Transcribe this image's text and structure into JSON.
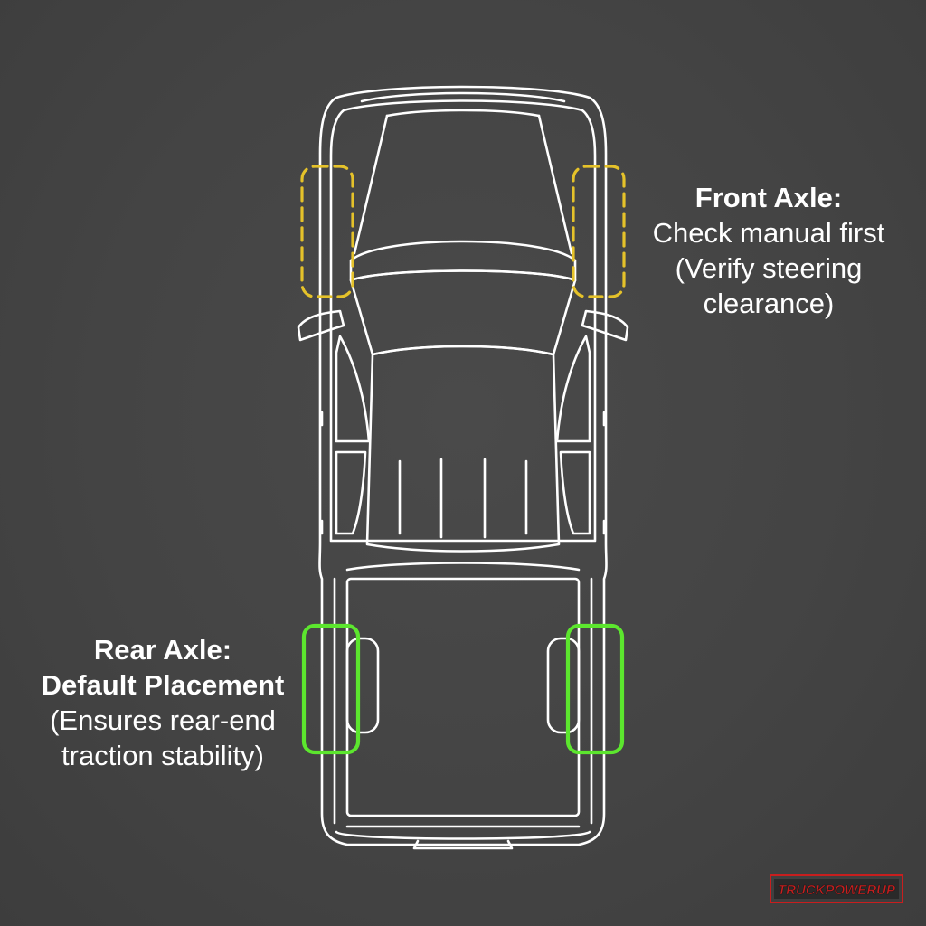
{
  "front_axle": {
    "title": "Front Axle:",
    "line1": "Check manual first",
    "line2": "(Verify steering",
    "line3": "clearance)",
    "highlight_color": "#e5c22a",
    "highlight_style": "dashed"
  },
  "rear_axle": {
    "title": "Rear Axle:",
    "subtitle": "Default Placement",
    "line1": "(Ensures rear-end",
    "line2": "traction stability)",
    "highlight_color": "#5ce62e",
    "highlight_style": "solid"
  },
  "brand": {
    "logo_text": "TRUCKPOWERUP",
    "logo_color": "#c81e1e"
  },
  "colors": {
    "background": "#434343",
    "outline": "#ffffff"
  }
}
